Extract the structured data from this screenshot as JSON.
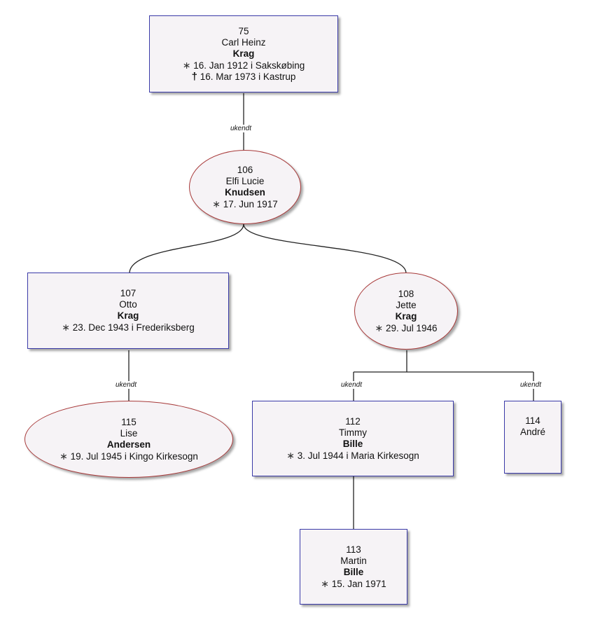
{
  "relation_label": "ukendt",
  "birth_symbol": "∗",
  "death_symbol": "†",
  "persons": {
    "p75": {
      "id": "75",
      "given": "Carl Heinz",
      "surname": "Krag",
      "birth": "16. Jan 1912 i  Sakskøbing",
      "death": "16. Mar 1973 i  Kastrup"
    },
    "p106": {
      "id": "106",
      "given": "Elfi Lucie",
      "surname": "Knudsen",
      "birth": "17. Jun 1917"
    },
    "p107": {
      "id": "107",
      "given": "Otto",
      "surname": "Krag",
      "birth": "23. Dec 1943 i  Frederiksberg"
    },
    "p108": {
      "id": "108",
      "given": "Jette",
      "surname": "Krag",
      "birth": "29. Jul 1946"
    },
    "p115": {
      "id": "115",
      "given": "Lise",
      "surname": "Andersen",
      "birth": "19. Jul 1945 i  Kingo Kirkesogn"
    },
    "p112": {
      "id": "112",
      "given": "Timmy",
      "surname": "Bille",
      "birth": "3. Jul 1944 i  Maria Kirkesogn"
    },
    "p114": {
      "id": "114",
      "given": "André"
    },
    "p113": {
      "id": "113",
      "given": "Martin",
      "surname": "Bille",
      "birth": "15. Jan 1971"
    }
  },
  "colors": {
    "male_border": "#3a3aa8",
    "female_border": "#a83a3a",
    "node_fill": "#f6f3f6"
  }
}
